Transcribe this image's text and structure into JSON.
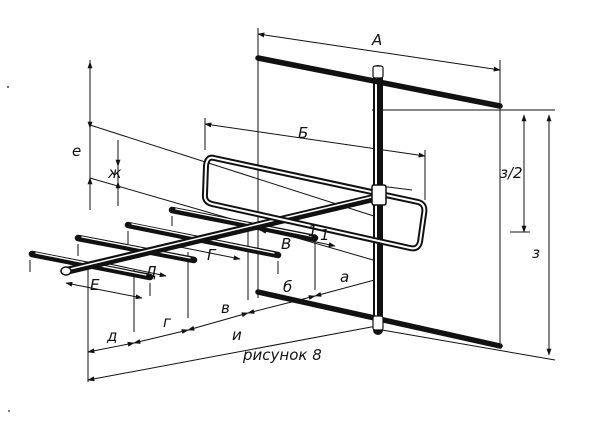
{
  "labels": {
    "A": "А",
    "B_cap": "Б",
    "V_cap": "В",
    "G_cap": "Г",
    "D_cap": "Д",
    "E_cap": "Е",
    "a": "а",
    "b": "б",
    "v": "в",
    "g": "г",
    "d": "д",
    "e": "е",
    "zh": "ж",
    "z": "з",
    "z_half": "з/2",
    "i": "и",
    "one_left": "1",
    "one_right": "1"
  },
  "caption": "рисунок 8"
}
